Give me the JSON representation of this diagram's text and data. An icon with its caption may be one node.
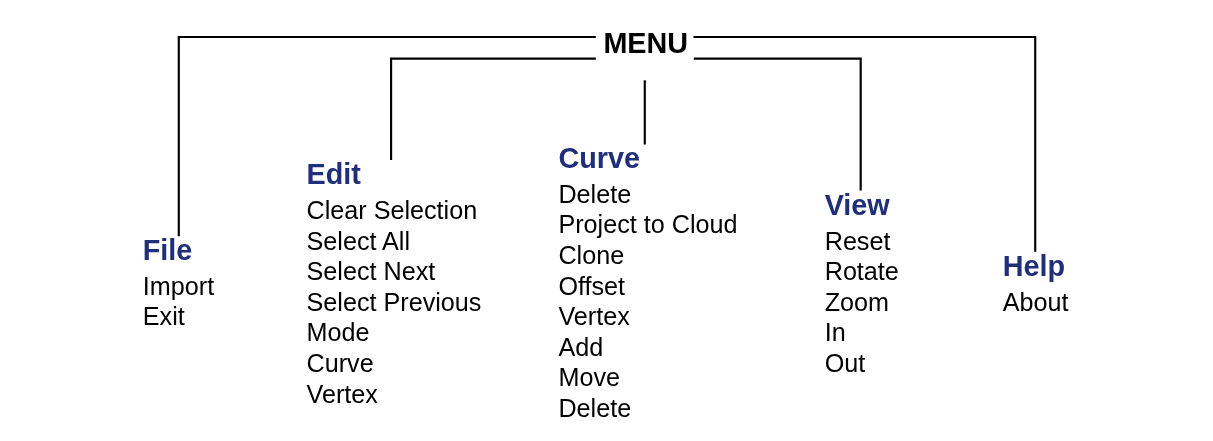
{
  "diagram": {
    "nodes": [
      {
        "text": [
          "MENU"
        ]
      },
      {
        "text": [
          "File"
        ],
        "beside": [
          "Import",
          "Exit"
        ]
      },
      {
        "text": [
          "Edit"
        ],
        "beside": [
          "Clear Selection",
          "Select All",
          "Select Next",
          "Select Previous",
          "Mode",
          "Curve",
          "Vertex"
        ]
      },
      {
        "text": [
          "Curve"
        ],
        "beside": [
          "Delete",
          "Project to Cloud",
          "Clone",
          "Offset",
          "Vertex",
          "Add",
          "Move",
          "Delete"
        ]
      },
      {
        "text": [
          "View"
        ],
        "beside": [
          "Reset",
          "Rotate",
          "Zoom",
          "In",
          "Out"
        ]
      },
      {
        "text": [
          "Help"
        ],
        "beside": [
          "About"
        ]
      }
    ],
    "edges": [
      {
        "from": 0,
        "to": 1,
        "arrow": "none"
      },
      {
        "from": 0,
        "to": 2,
        "arrow": "none"
      },
      {
        "from": 0,
        "to": 3,
        "arrow": "none"
      },
      {
        "from": 0,
        "to": 4,
        "arrow": "none"
      },
      {
        "from": 0,
        "to": 5,
        "arrow": "none"
      }
    ]
  }
}
